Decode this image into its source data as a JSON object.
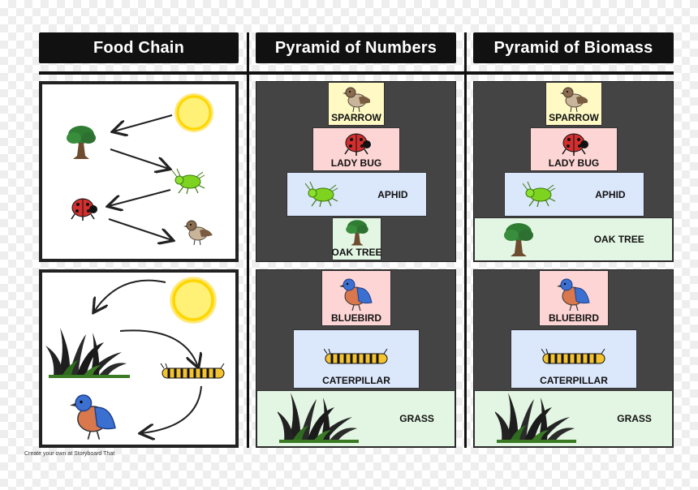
{
  "columns": {
    "food_chain": "Food Chain",
    "numbers": "Pyramid of Numbers",
    "biomass": "Pyramid of Biomass"
  },
  "chain1": {
    "numbers": [
      "SPARROW",
      "LADY BUG",
      "APHID",
      "OAK TREE"
    ],
    "biomass": [
      "SPARROW",
      "LADY BUG",
      "APHID",
      "OAK TREE"
    ]
  },
  "chain2": {
    "numbers": [
      "BLUEBIRD",
      "CATERPILLAR",
      "GRASS"
    ],
    "biomass": [
      "BLUEBIRD",
      "CATERPILLAR",
      "GRASS"
    ]
  },
  "credit": "Create your own at Storyboard That",
  "colors": {
    "header_bg": "#111111",
    "panel_dark": "#444444",
    "yellow": "#fff9c4",
    "red": "#fdd5d5",
    "blue": "#dbe7fb",
    "green": "#e3f6e3"
  }
}
